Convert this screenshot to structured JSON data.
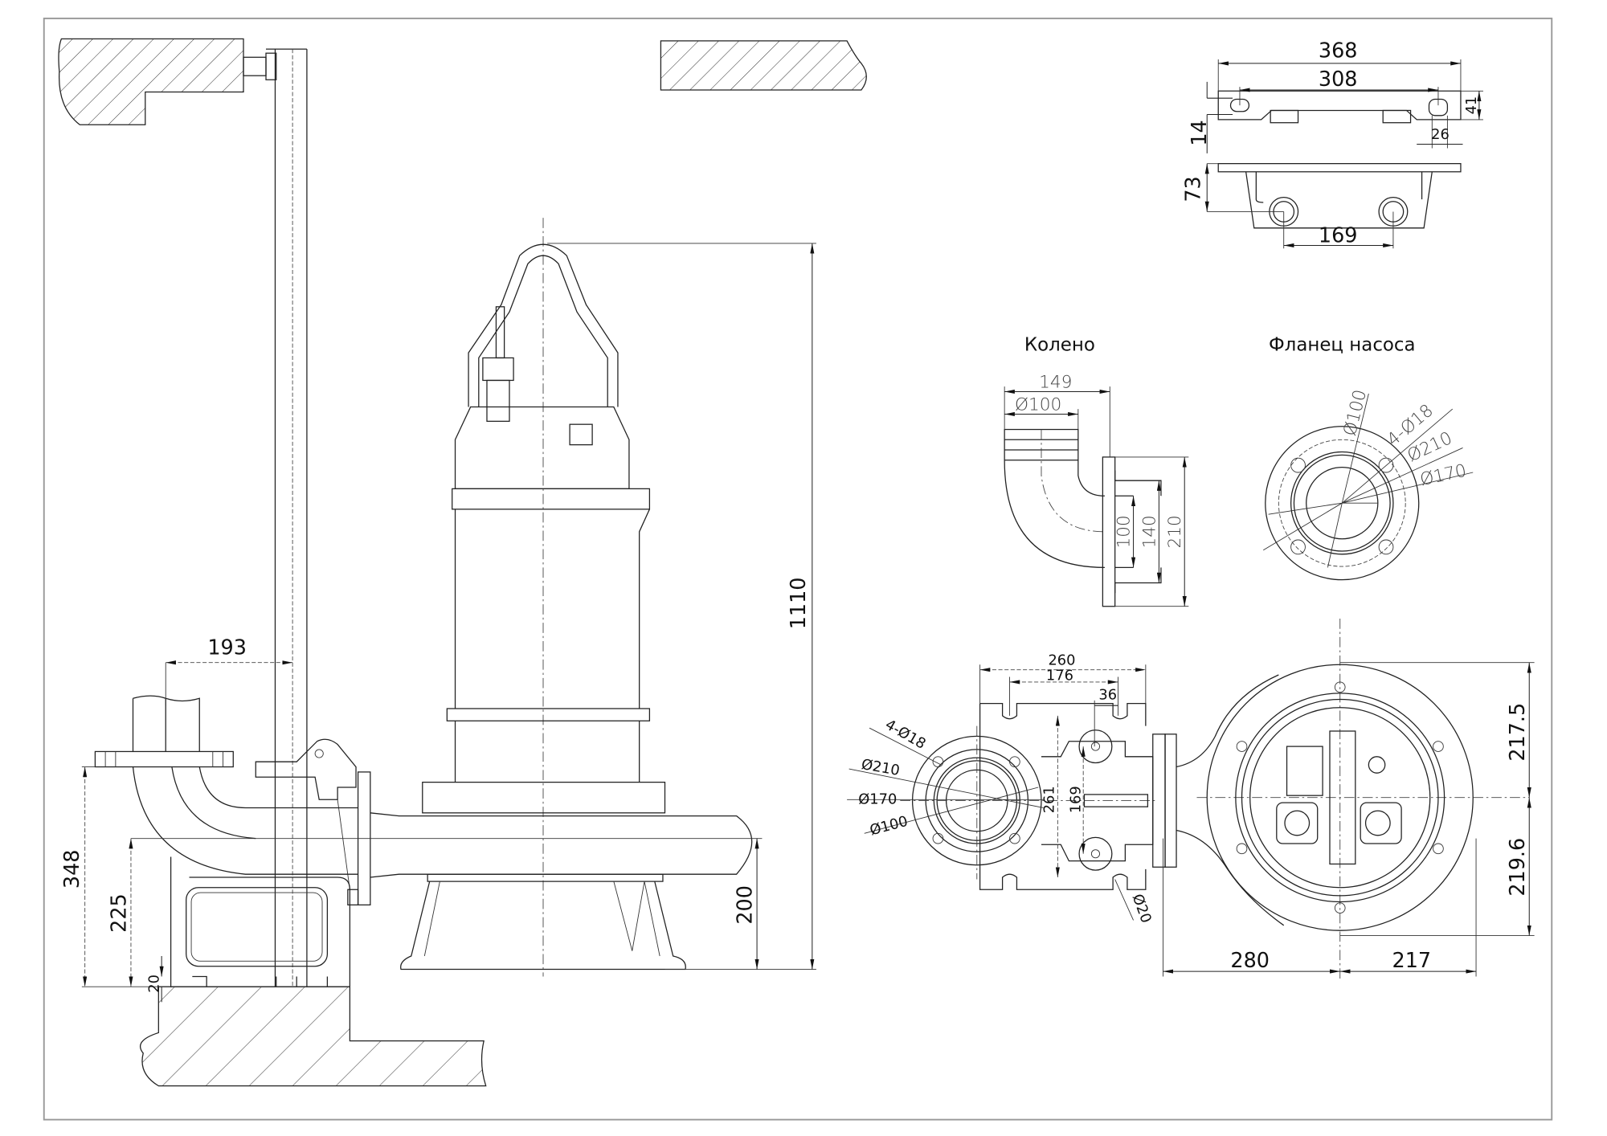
{
  "drawing": {
    "colors": {
      "line": "#222222",
      "frame": "#999999",
      "background": "#ffffff"
    },
    "side_view": {
      "dims": {
        "overall_height": "1110",
        "axis_height": "200",
        "rail_offset": "193",
        "flange_height": "348",
        "axis_base": "225",
        "base_gap": "20"
      }
    },
    "bracket_view": {
      "dims": {
        "overall_width": "368",
        "hole_spacing": "308",
        "thickness": "14",
        "depth": "41",
        "slot": "26",
        "height": "73",
        "guide_spacing": "169"
      }
    },
    "elbow_view": {
      "title": "Колено",
      "dims": {
        "length": "149",
        "diameter": "Ø100",
        "inner": "100",
        "middle": "140",
        "outer": "210"
      }
    },
    "pump_flange_view": {
      "title": "Фланец насоса",
      "dims": {
        "bore": "Ø100",
        "holes": "4-Ø18",
        "outer": "Ø210",
        "bolt_circle": "Ø170"
      }
    },
    "base_flange_view": {
      "dims": {
        "width": "260",
        "hole_span": "176",
        "offset": "36",
        "holes": "4-Ø18",
        "outer": "Ø210",
        "bolt_circle": "Ø170",
        "bore": "Ø100",
        "height": "261",
        "guide_span": "169",
        "anchor": "Ø20"
      }
    },
    "top_view": {
      "dims": {
        "top": "217.5",
        "bottom": "219.6",
        "left": "280",
        "right": "217"
      }
    }
  }
}
